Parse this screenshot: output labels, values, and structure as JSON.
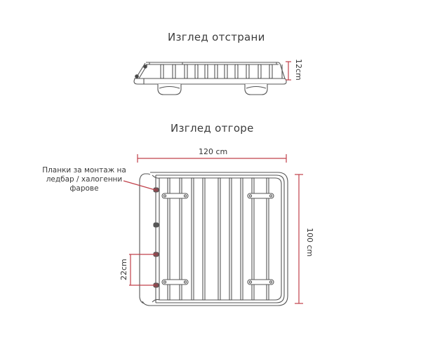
{
  "side_view": {
    "title": "Изглед отстрани",
    "height_label": "12cm"
  },
  "top_view": {
    "title": "Изглед отгоре",
    "width_label": "120 cm",
    "depth_label": "100 cm",
    "bracket_spacing_label": "22cm"
  },
  "callout": {
    "line1": "Планки за монтаж на",
    "line2": "ледбар / халогенни",
    "line3": "фарове"
  },
  "colors": {
    "dimension_line": "#c0404a",
    "outline": "#555555",
    "text": "#3a3a3a"
  }
}
